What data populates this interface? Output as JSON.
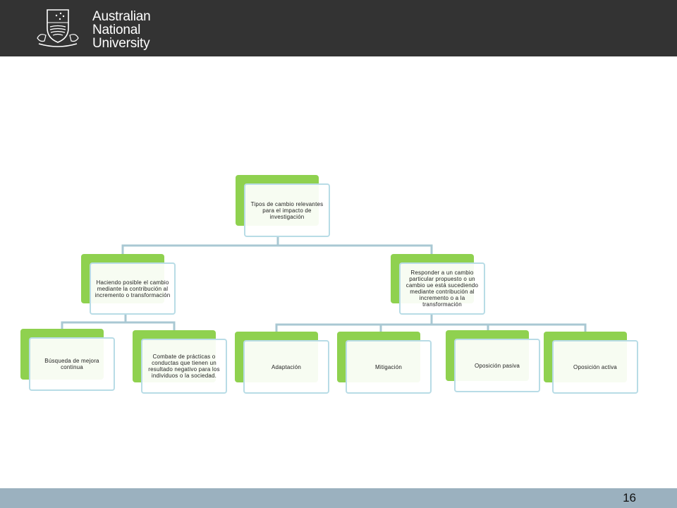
{
  "header": {
    "logo_line1": "Australian",
    "logo_line2": "National",
    "logo_line3": "University",
    "icon": "crest-icon"
  },
  "diagram": {
    "root": "Tipos de cambio relevantes para el impacto de investigación",
    "left_branch": "Haciendo posible el cambio mediante la contribución al incremento o transformación",
    "left_children": [
      "Búsqueda de mejora continua",
      "Combate de prácticas o conductas que tienen un resultado negativo para los individuos o la sociedad."
    ],
    "right_branch": "Responder a un cambio particular propuesto o un cambio ue está sucediendo mediante contribución al incremento o a la transformación",
    "right_children": [
      "Adaptación",
      "Mitigación",
      "Oposición pasiva",
      "Oposición activa"
    ]
  },
  "colors": {
    "header_bg": "#333333",
    "node_green": "#8fd14f",
    "node_border": "#b8dce6",
    "connector": "#a9c8d3",
    "footer_bg": "#9bb1bf"
  },
  "footer": {
    "page_number": "16"
  }
}
